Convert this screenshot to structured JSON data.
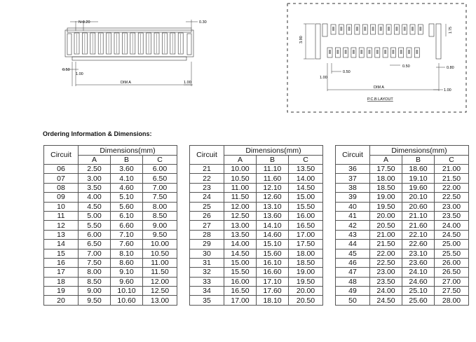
{
  "drawing": {
    "labels": {
      "n_pitch": "N-0.20",
      "right_offset": "0.30",
      "left_offset": "0.50",
      "pitch": "1.00",
      "dim_a": "DIM A",
      "end_pitch": "1.00",
      "pcb_height": "3.90",
      "pcb_pad_w": "1.75",
      "pcb_pad_gap": "0.50",
      "pcb_pad_pitch": "0.50",
      "pcb_right": "0.80",
      "pcb_pitch": "1.00",
      "pcb_dim_a": "DIM A",
      "pcb_end": "1.00",
      "pcb_layout": "P.C.B LAYOUT"
    }
  },
  "section_title": "Ordering Information & Dimensions:",
  "table_headers": {
    "circuit": "Circuit",
    "dimensions": "Dimensions(mm)",
    "a": "A",
    "b": "B",
    "c": "C"
  },
  "tables": [
    {
      "rows": [
        [
          "06",
          "2.50",
          "3.60",
          "6.00"
        ],
        [
          "07",
          "3.00",
          "4.10",
          "6.50"
        ],
        [
          "08",
          "3.50",
          "4.60",
          "7.00"
        ],
        [
          "09",
          "4.00",
          "5.10",
          "7.50"
        ],
        [
          "10",
          "4.50",
          "5.60",
          "8.00"
        ],
        [
          "11",
          "5.00",
          "6.10",
          "8.50"
        ],
        [
          "12",
          "5.50",
          "6.60",
          "9.00"
        ],
        [
          "13",
          "6.00",
          "7.10",
          "9.50"
        ],
        [
          "14",
          "6.50",
          "7.60",
          "10.00"
        ],
        [
          "15",
          "7.00",
          "8.10",
          "10.50"
        ],
        [
          "16",
          "7.50",
          "8.60",
          "11.00"
        ],
        [
          "17",
          "8.00",
          "9.10",
          "11.50"
        ],
        [
          "18",
          "8.50",
          "9.60",
          "12.00"
        ],
        [
          "19",
          "9.00",
          "10.10",
          "12.50"
        ],
        [
          "20",
          "9.50",
          "10.60",
          "13.00"
        ]
      ]
    },
    {
      "rows": [
        [
          "21",
          "10.00",
          "11.10",
          "13.50"
        ],
        [
          "22",
          "10.50",
          "11.60",
          "14.00"
        ],
        [
          "23",
          "11.00",
          "12.10",
          "14.50"
        ],
        [
          "24",
          "11.50",
          "12.60",
          "15.00"
        ],
        [
          "25",
          "12.00",
          "13.10",
          "15.50"
        ],
        [
          "26",
          "12.50",
          "13.60",
          "16.00"
        ],
        [
          "27",
          "13.00",
          "14.10",
          "16.50"
        ],
        [
          "28",
          "13.50",
          "14.60",
          "17.00"
        ],
        [
          "29",
          "14.00",
          "15.10",
          "17.50"
        ],
        [
          "30",
          "14.50",
          "15.60",
          "18.00"
        ],
        [
          "31",
          "15.00",
          "16.10",
          "18.50"
        ],
        [
          "32",
          "15.50",
          "16.60",
          "19.00"
        ],
        [
          "33",
          "16.00",
          "17.10",
          "19.50"
        ],
        [
          "34",
          "16.50",
          "17.60",
          "20.00"
        ],
        [
          "35",
          "17.00",
          "18.10",
          "20.50"
        ]
      ]
    },
    {
      "rows": [
        [
          "36",
          "17.50",
          "18.60",
          "21.00"
        ],
        [
          "37",
          "18.00",
          "19.10",
          "21.50"
        ],
        [
          "38",
          "18.50",
          "19.60",
          "22.00"
        ],
        [
          "39",
          "19.00",
          "20.10",
          "22.50"
        ],
        [
          "40",
          "19.50",
          "20.60",
          "23.00"
        ],
        [
          "41",
          "20.00",
          "21.10",
          "23.50"
        ],
        [
          "42",
          "20.50",
          "21.60",
          "24.00"
        ],
        [
          "43",
          "21.00",
          "22.10",
          "24.50"
        ],
        [
          "44",
          "21.50",
          "22.60",
          "25.00"
        ],
        [
          "45",
          "22.00",
          "23.10",
          "25.50"
        ],
        [
          "46",
          "22.50",
          "23.60",
          "26.00"
        ],
        [
          "47",
          "23.00",
          "24.10",
          "26.50"
        ],
        [
          "48",
          "23.50",
          "24.60",
          "27.00"
        ],
        [
          "49",
          "24.00",
          "25.10",
          "27.50"
        ],
        [
          "50",
          "24.50",
          "25.60",
          "28.00"
        ]
      ]
    }
  ]
}
